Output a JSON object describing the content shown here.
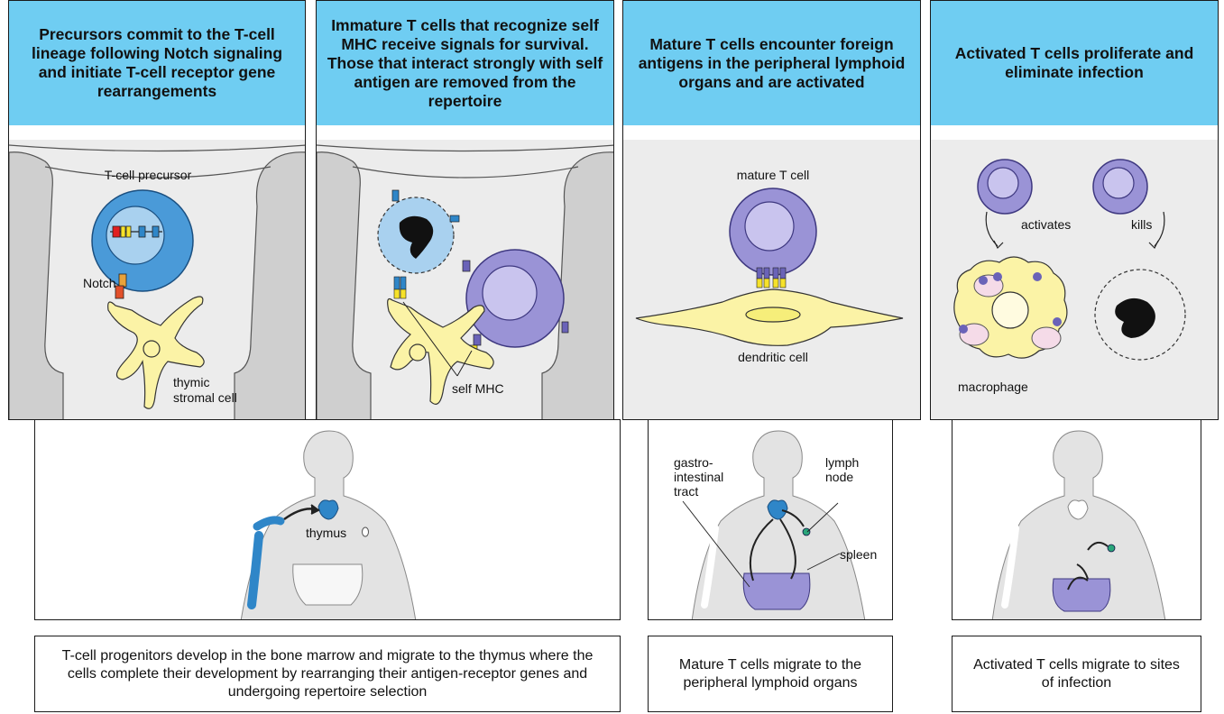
{
  "panels": [
    {
      "heading": "Precursors commit to the T-cell lineage following Notch signaling and initiate T-cell receptor gene rearrangements",
      "labels": {
        "precursor": "T-cell precursor",
        "notch": "Notch",
        "stromal_1": "thymic",
        "stromal_2": "stromal cell"
      }
    },
    {
      "heading": "Immature T cells that recognize self MHC receive signals for survival. Those that interact strongly with self antigen are removed from the repertoire",
      "labels": {
        "self_mhc": "self MHC"
      }
    },
    {
      "heading": "Mature T cells encounter foreign antigens in the peripheral lymphoid organs and are activated",
      "labels": {
        "mature": "mature T cell",
        "dendritic": "dendritic cell"
      }
    },
    {
      "heading": "Activated T cells proliferate and eliminate infection",
      "labels": {
        "activates": "activates",
        "kills": "kills",
        "macrophage": "macrophage"
      }
    }
  ],
  "body_labels": {
    "thymus": "thymus",
    "gastro_1": "gastro-",
    "gastro_2": "intestinal",
    "gastro_3": "tract",
    "lymph_1": "lymph",
    "lymph_2": "node",
    "spleen": "spleen"
  },
  "captions": [
    "T-cell progenitors develop in the bone marrow and migrate to the thymus where the cells complete their development by rearranging their antigen-receptor genes and undergoing repertoire selection",
    "Mature T cells migrate to the peripheral lymphoid organs",
    "Activated T cells migrate to sites of infection"
  ],
  "colors": {
    "header_blue": "#6fcdf2",
    "panel_gray": "#ececec",
    "tcell_purple": "#9a93d6",
    "precursor_blue": "#4a9ad8",
    "stromal_yellow": "#fbf3a6",
    "organ_blue": "#2f86c8"
  }
}
